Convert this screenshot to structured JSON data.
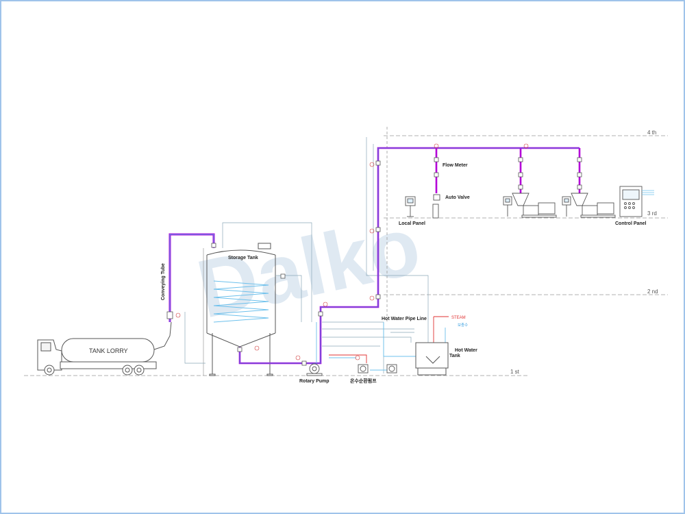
{
  "watermark": "Dalko",
  "floors": [
    "4 th",
    "3 rd",
    "2 nd",
    "1 st"
  ],
  "labels": {
    "tank_lorry": "TANK LORRY",
    "conveying_tube": "Conveying Tube",
    "storage_tank": "Storage Tank",
    "rotary_pump": "Rotary Pump",
    "circ_pump": "온수순환펌프",
    "hot_water_pipe_line": "Hot Water Pipe Line",
    "steam": "STEAM",
    "supply_water": "보충수",
    "hot_water_tank": "Hot Water\nTank",
    "flow_meter": "Flow Meter",
    "auto_valve": "Auto Valve",
    "local_panel": "Local Panel",
    "control_panel": "Control Panel"
  },
  "colors": {
    "product_pipe": "#b400d8",
    "hot_water_pipe": "#3aa0e0",
    "water_pipe_light": "#9fd0ec",
    "steam": "#e03030",
    "equipment_line": "#555555",
    "frame_border": "#9fc3ea"
  }
}
